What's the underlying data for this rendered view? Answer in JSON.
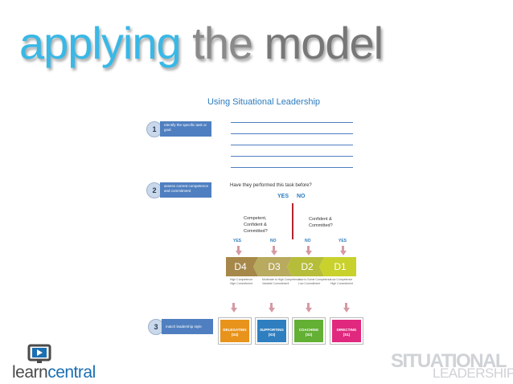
{
  "title": {
    "word1": "applying",
    "word2": "the",
    "word3": "model"
  },
  "slide_subtitle": "Using Situational Leadership",
  "steps": [
    {
      "number": "1",
      "text": "Identify the specific task or goal"
    },
    {
      "number": "2",
      "text": "assess current competence and commitment"
    },
    {
      "number": "3",
      "text": "match leadership style"
    }
  ],
  "question": "Have they performed this task before?",
  "yes": "YES",
  "no": "NO",
  "left_question": "Competent, Confident & Committed?",
  "right_question": "Confident & Committed?",
  "branch_labels": [
    "YES",
    "NO",
    "NO",
    "YES"
  ],
  "levels": [
    "D4",
    "D3",
    "D2",
    "D1"
  ],
  "level_descriptions": [
    {
      "line1": "High Competence",
      "line2": "High Commitment"
    },
    {
      "line1": "Moderate to High Competence",
      "line2": "Variable Commitment"
    },
    {
      "line1": "Low to Some Competence",
      "line2": "Low Commitment"
    },
    {
      "line1": "Low Competence",
      "line2": "High Commitment"
    }
  ],
  "styles": [
    {
      "name": "DELEGATING",
      "code": "(S4)",
      "color": "#e8931c"
    },
    {
      "name": "SUPPORTING",
      "code": "(S3)",
      "color": "#2f7fc0"
    },
    {
      "name": "COACHING",
      "code": "(S2)",
      "color": "#63b034"
    },
    {
      "name": "DIRECTING",
      "code": "(S1)",
      "color": "#e0287f"
    }
  ],
  "logo": {
    "part1": "learn",
    "part2": "central"
  },
  "watermark": {
    "line1": "SITUATIONAL",
    "line2": "LEADERSHIP"
  }
}
